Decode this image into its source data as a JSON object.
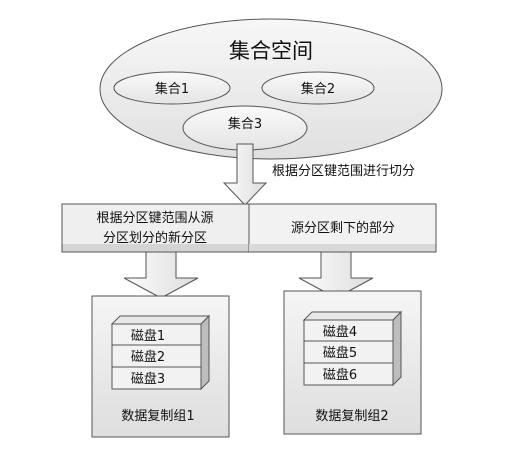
{
  "keyspace": {
    "title": "集合空间",
    "sets": [
      "集合1",
      "集合2",
      "集合3"
    ]
  },
  "split_label": "根据分区键范围进行切分",
  "partitions": {
    "new_line1": "根据分区键范围从源",
    "new_line2": "分区划分的新分区",
    "remaining": "源分区剩下的部分"
  },
  "groups": [
    {
      "label": "数据复制组1",
      "disks": [
        "磁盘1",
        "磁盘2",
        "磁盘3"
      ]
    },
    {
      "label": "数据复制组2",
      "disks": [
        "磁盘4",
        "磁盘5",
        "磁盘6"
      ]
    }
  ],
  "colors": {
    "stroke": "#555555",
    "fill_light": "#f3f3f3",
    "fill_mid": "#e6e6e6",
    "fill_dark": "#cfcfcf"
  }
}
